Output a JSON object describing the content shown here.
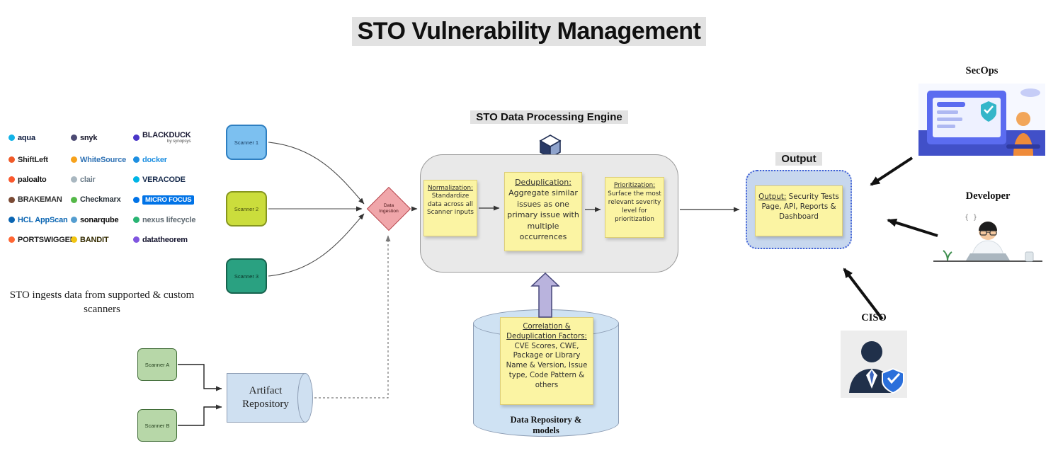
{
  "title": "STO Vulnerability Management",
  "colors": {
    "highlight": "#e2e2e2",
    "note_yellow": "#fbf4a3",
    "engine_gray": "#e9e9e9",
    "cylinder_blue": "#cfe2f3",
    "artifact_blue": "#cfe0f1",
    "output_blue": "#c7d7ee",
    "diamond_pink": "#f0a6aa",
    "block_arrow_purple": "#b9b3dd"
  },
  "logos": {
    "items": [
      {
        "text": "aqua",
        "color": "#0d1b3f",
        "dot": "#12b3e8"
      },
      {
        "text": "snyk",
        "color": "#0f0f23",
        "dot": "#4c4a73"
      },
      {
        "text": "BLACKDUCK",
        "sub": "by synopsys",
        "color": "#191933",
        "dot": "#4a37c8"
      },
      {
        "text": "ShiftLeft",
        "color": "#232323",
        "dot": "#f05a28"
      },
      {
        "text": "WhiteSource",
        "color": "#3173b5",
        "dot": "#f7a21b"
      },
      {
        "text": "docker",
        "color": "#1d8fe1",
        "dot": "#1d8fe1"
      },
      {
        "text": "paloalto",
        "color": "#141414",
        "dot": "#fa582d"
      },
      {
        "text": "clair",
        "color": "#6b7b88",
        "dot": "#a9b7c0"
      },
      {
        "text": "VERACODE",
        "color": "#15294b",
        "dot": "#00b4e6"
      },
      {
        "text": "BRAKEMAN",
        "color": "#2b2b2b",
        "dot": "#7a4a34"
      },
      {
        "text": "Checkmarx",
        "color": "#29323a",
        "dot": "#54b848"
      },
      {
        "text": "MICRO FOCUS",
        "color": "#ffffff",
        "bg": "#0073e7",
        "dot": "#0073e7"
      },
      {
        "text": "HCL AppScan",
        "color": "#0a65b2",
        "dot": "#0a65b2"
      },
      {
        "text": "sonarqube",
        "color": "#0a0a0a",
        "dot": "#549dd0"
      },
      {
        "text": "nexus lifecycle",
        "color": "#5f6a72",
        "dot": "#29b473"
      },
      {
        "text": "PORTSWIGGER",
        "color": "#1f1f1f",
        "dot": "#ff6633"
      },
      {
        "text": "BANDIT",
        "color": "#332a00",
        "dot": "#f2c511"
      },
      {
        "text": "datatheorem",
        "color": "#14142e",
        "dot": "#8056e0"
      }
    ],
    "caption": "STO ingests data from supported  & custom scanners"
  },
  "supported_scanners": [
    {
      "label": "Scanner 1",
      "fill": "#7cc0f0",
      "border": "#2e7fc1",
      "text": "#153a5f"
    },
    {
      "label": "Scanner 2",
      "fill": "#cbdd3c",
      "border": "#86961f",
      "text": "#42490f"
    },
    {
      "label": "Scanner 3",
      "fill": "#2aa181",
      "border": "#17634e",
      "text": "#0b3328"
    }
  ],
  "custom_scanners": [
    {
      "label": "Scanner A",
      "fill": "#b7d7a8",
      "border": "#3f6b36",
      "text": "#24401d"
    },
    {
      "label": "Scanner B",
      "fill": "#b7d7a8",
      "border": "#3f6b36",
      "text": "#24401d"
    }
  ],
  "artifact_repository": {
    "label": "Artifact Repository"
  },
  "ingestion": {
    "label": "Data Ingestion"
  },
  "engine": {
    "title": "STO Data Processing Engine",
    "notes": [
      {
        "heading": "Normalization:",
        "body": "Standardize data across all Scanner inputs"
      },
      {
        "heading": "Deduplication:",
        "body": "Aggregate similar issues as one primary issue with multiple occurrences"
      },
      {
        "heading": "Prioritization:",
        "body": "Surface the most relevant severity level for prioritization"
      }
    ]
  },
  "data_repository": {
    "note_heading": "Correlation & Deduplication Factors:",
    "note_body": "CVE Scores, CWE, Package or Library Name & Version, Issue type, Code Pattern & others",
    "label": "Data Repository & models"
  },
  "output": {
    "title": "Output",
    "note_heading": "Output:",
    "note_body": "Security Tests Page, API, Reports & Dashboard"
  },
  "personas": {
    "secops": "SecOps",
    "developer": "Developer",
    "ciso": "CISO"
  }
}
